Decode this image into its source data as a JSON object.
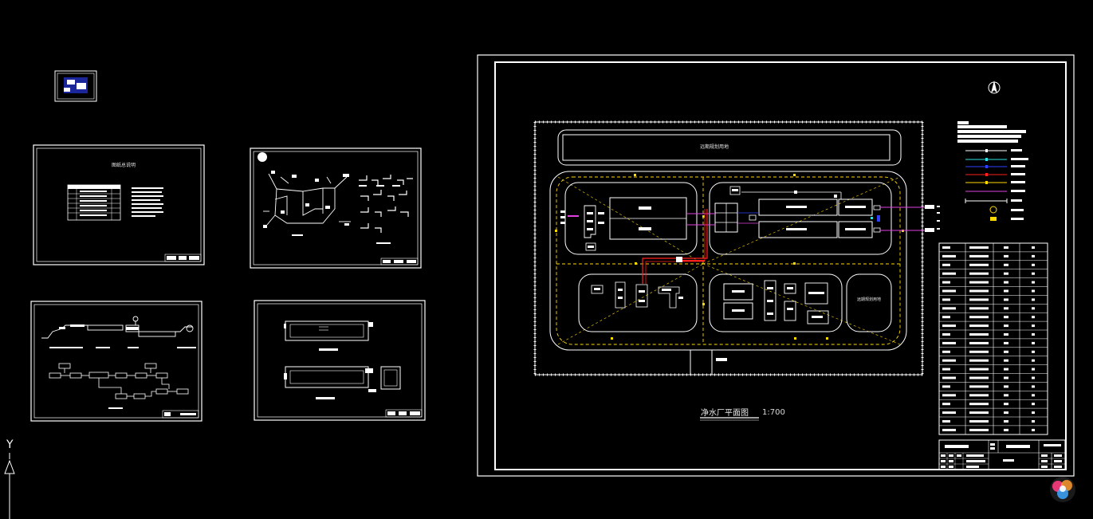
{
  "drawing": {
    "main_title": "净水厂平面图",
    "main_scale": "1:700",
    "sheet1_heading": "图纸总说明",
    "road_label": "远期规划用地",
    "future_area_label": "远期规划用地",
    "ucs_y_label": "Y"
  },
  "colors": {
    "background": "#000000",
    "frame": "#ffffff",
    "road_dash": "#ffd800",
    "magenta": "#e040e0",
    "red": "#ff2020",
    "blue": "#3040ff",
    "cyan": "#30e0e0",
    "white": "#ffffff"
  },
  "legend_line_colors": [
    "white",
    "cyan",
    "blue",
    "red",
    "yellow",
    "magenta"
  ],
  "icons": {
    "north_arrow": "north-arrow-icon",
    "ucs": "ucs-icon",
    "app_logo": "app-logo-icon"
  }
}
